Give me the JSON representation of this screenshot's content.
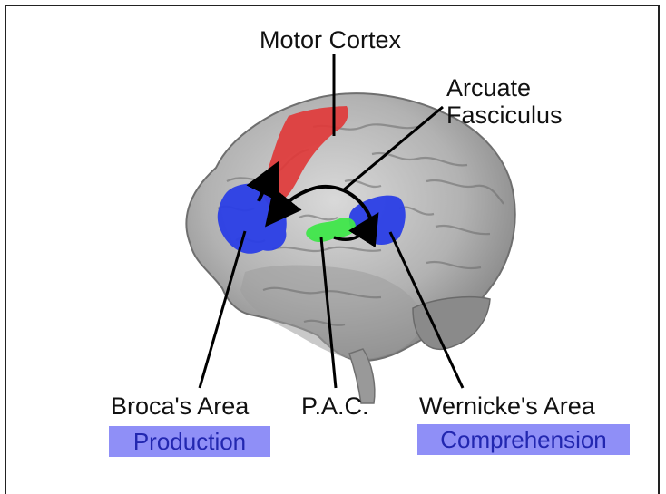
{
  "labels": {
    "motor_cortex": "Motor Cortex",
    "arcuate_line1": "Arcuate",
    "arcuate_line2": "Fasciculus",
    "broca": "Broca's Area",
    "pac": "P.A.C.",
    "wernicke": "Wernicke's Area"
  },
  "boxes": {
    "production": "Production",
    "comprehension": "Comprehension"
  },
  "colors": {
    "motor_cortex": "#e03a3a",
    "broca_wernicke": "#2a3ee6",
    "pac": "#3fe64a",
    "box_fill": "#8f8ff7",
    "box_text": "#2227b0",
    "brain": "#a9a9a9"
  }
}
